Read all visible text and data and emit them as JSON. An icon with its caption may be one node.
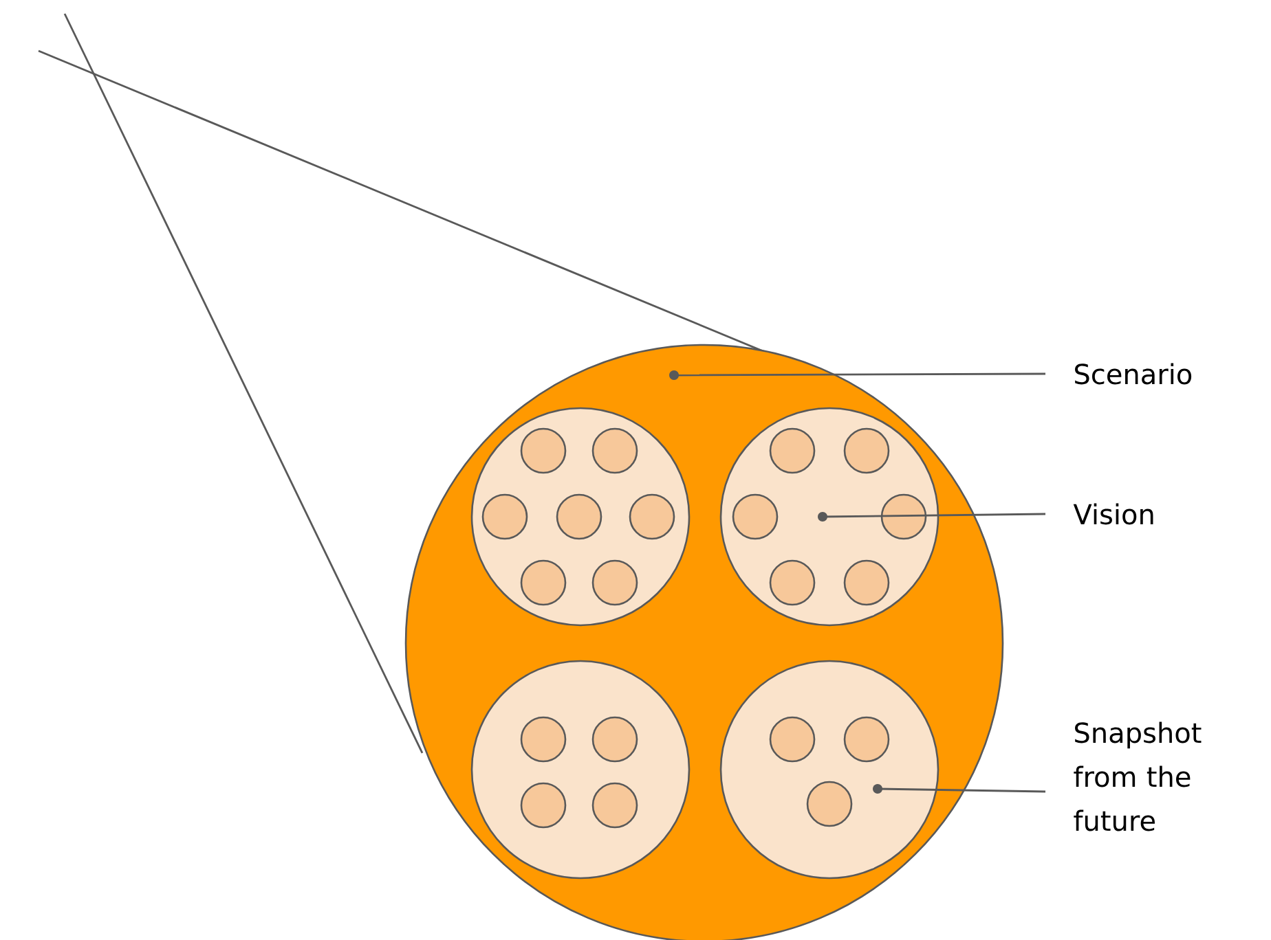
{
  "diagram": {
    "nodes": [
      {
        "text": [
          "Scenario"
        ]
      },
      {
        "text": [
          "Vision"
        ]
      },
      {
        "text": [
          "Snapshot from the future"
        ]
      },
      {
        "text": [],
        "shape": "circle"
      },
      {
        "text": [],
        "shape": "circle",
        "in": 3
      },
      {
        "text": [],
        "shape": "circle",
        "in": 4
      },
      {
        "text": [],
        "shape": "circle",
        "in": 4
      },
      {
        "text": [],
        "shape": "circle",
        "in": 4
      },
      {
        "text": [],
        "shape": "circle",
        "in": 4
      },
      {
        "text": [],
        "shape": "circle",
        "in": 4
      },
      {
        "text": [],
        "shape": "circle",
        "in": 4
      },
      {
        "text": [],
        "shape": "circle",
        "in": 4
      },
      {
        "text": [],
        "shape": "circle",
        "in": 3
      },
      {
        "text": [],
        "shape": "circle",
        "in": 12
      },
      {
        "text": [],
        "shape": "circle",
        "in": 12
      },
      {
        "text": [],
        "shape": "circle",
        "in": 12
      },
      {
        "text": [],
        "shape": "circle",
        "in": 12
      },
      {
        "text": [],
        "shape": "circle",
        "in": 12
      },
      {
        "text": [],
        "shape": "circle",
        "in": 12
      },
      {
        "text": [],
        "shape": "circle",
        "in": 3
      },
      {
        "text": [],
        "shape": "circle",
        "in": 19
      },
      {
        "text": [],
        "shape": "circle",
        "in": 19
      },
      {
        "text": [],
        "shape": "circle",
        "in": 19
      },
      {
        "text": [],
        "shape": "circle",
        "in": 19
      },
      {
        "text": [],
        "shape": "circle",
        "in": 3
      },
      {
        "text": [],
        "shape": "circle",
        "in": 24
      },
      {
        "text": [],
        "shape": "circle",
        "in": 24
      },
      {
        "text": [],
        "shape": "circle",
        "in": 24
      }
    ],
    "edges": [
      {
        "from": 0,
        "to": 3,
        "arrow": "other"
      },
      {
        "from": 1,
        "to": 12,
        "arrow": "other"
      },
      {
        "from": 2,
        "to": 24,
        "arrow": "other"
      }
    ]
  }
}
